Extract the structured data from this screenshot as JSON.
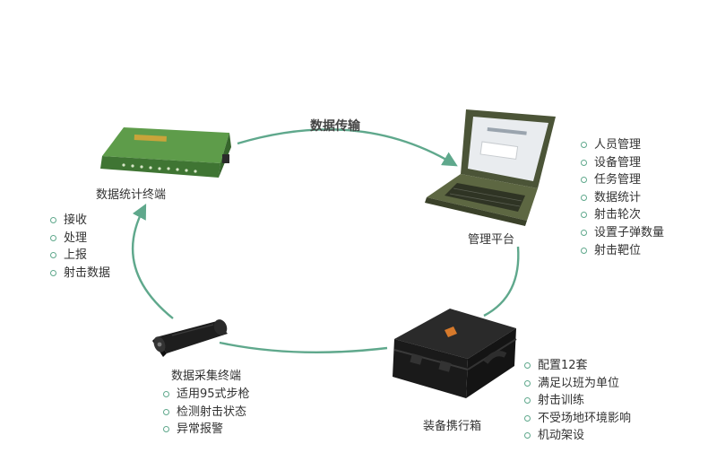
{
  "flow_label": "数据传输",
  "nodes": {
    "stats_terminal": {
      "title": "数据统计终端",
      "features": [
        "接收",
        "处理",
        "上报",
        "射击数据"
      ]
    },
    "management_platform": {
      "title": "管理平台",
      "features": [
        "人员管理",
        "设备管理",
        "任务管理",
        "数据统计",
        "射击轮次",
        "设置子弹数量",
        "射击靶位"
      ]
    },
    "equipment_case": {
      "title": "装备携行箱",
      "features": [
        "配置12套",
        "满足以班为单位",
        "射击训练",
        "不受场地环境影响",
        "机动架设"
      ]
    },
    "collection_terminal": {
      "title": "数据采集终端",
      "features": [
        "适用95式步枪",
        "检测射击状态",
        "异常报警"
      ]
    }
  },
  "colors": {
    "accent": "#5fa88c",
    "device_green": "#4e8a3f",
    "laptop_camo": "#56603f",
    "case_black": "#1e1e1e"
  }
}
